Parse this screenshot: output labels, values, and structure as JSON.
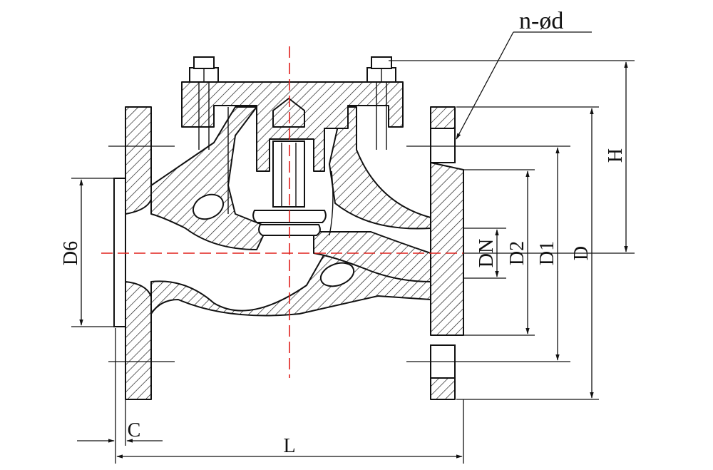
{
  "labels": {
    "bolt_holes": "n-ød",
    "height": "H",
    "nominal_diameter": "DN",
    "d2": "D2",
    "d1": "D1",
    "flange_diameter": "D",
    "d6": "D6",
    "flange_thickness": "C",
    "length": "L"
  },
  "colors": {
    "centerline": "#e0201c",
    "outline": "#111111"
  }
}
